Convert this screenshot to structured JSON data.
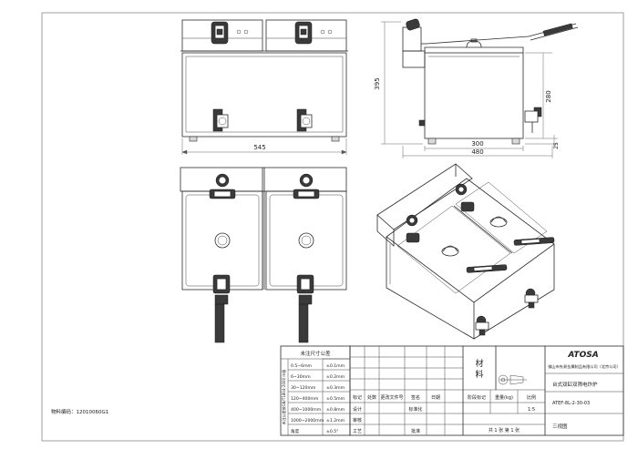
{
  "dimensions": {
    "front_width": "545",
    "side_height": "395",
    "side_depth": "300",
    "side_width": "480",
    "tank_height": "280",
    "foot_height": "25"
  },
  "tolerance_table": {
    "title": "未注尺寸公差",
    "side_label": "未注公差按GB/T1804-2000 m级",
    "rows": [
      {
        "range": "0.5~6mm",
        "tol": "±0.1mm"
      },
      {
        "range": "6~30mm",
        "tol": "±0.2mm"
      },
      {
        "range": "30~120mm",
        "tol": "±0.3mm"
      },
      {
        "range": "120~400mm",
        "tol": "±0.5mm"
      },
      {
        "range": "400~1000mm",
        "tol": "±0.8mm"
      },
      {
        "range": "1000~2000mm",
        "tol": "±1.2mm"
      },
      {
        "range": "角度",
        "tol": "±0.5°"
      }
    ]
  },
  "title_block": {
    "material_label": "材\n料",
    "brand": "ATOSA",
    "company": "佛山市先易金属制品有限公司（北京公司）",
    "product_name": "台式双缸双筛电炸炉",
    "drawing_number": "ATEF-8L-2-30-03",
    "view_note": "三视图",
    "sheet_info": "共 1 张   第 1 张",
    "revision_header": [
      "标记",
      "处数",
      "更改文件号",
      "签名",
      "日期"
    ],
    "roles": [
      "设计",
      "标准化",
      "审核",
      "工艺",
      "批准"
    ],
    "stage_header": [
      "阶段标记",
      "重量(kg)",
      "比例"
    ],
    "scale": "1:5"
  },
  "footer_note": "物料编码：12010060G1"
}
